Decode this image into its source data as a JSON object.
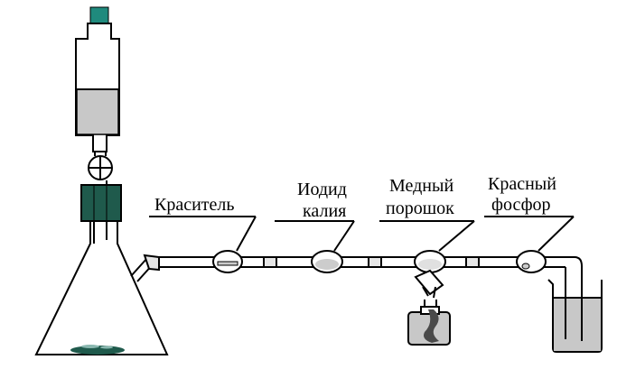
{
  "diagram": {
    "labels": [
      {
        "id": "dye",
        "lines": [
          "Краситель"
        ]
      },
      {
        "id": "potassium-iodide",
        "lines": [
          "Иодид",
          "калия"
        ]
      },
      {
        "id": "copper-powder",
        "lines": [
          "Медный",
          "порошок"
        ]
      },
      {
        "id": "red-phosphorus",
        "lines": [
          "Красный",
          "фосфор"
        ]
      }
    ],
    "colors": {
      "stopper": "#1f5a4c",
      "funnel_cap": "#1f8a7d",
      "liquid": "#c8c8c8",
      "tube_fill": "#e6e6e6",
      "sample": "#cccccc",
      "outline": "#000000",
      "burner_flame": "#4a4a4a"
    },
    "icons": [
      "dropping-funnel",
      "stopcock",
      "conical-flask",
      "rubber-stopper",
      "burner",
      "gas-bulb",
      "beaker"
    ]
  }
}
